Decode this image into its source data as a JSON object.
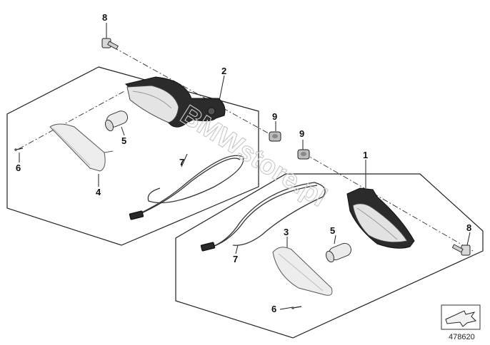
{
  "callouts": {
    "screw_top": "8",
    "indicator_left": "2",
    "nut_left": "9",
    "bulb_left": "5",
    "pin_left": "6",
    "cable_left": "7",
    "lens_left": "4",
    "nut_right": "9",
    "indicator_right": "1",
    "screw_right": "8",
    "bulb_right": "5",
    "lens_right": "3",
    "cable_right": "7",
    "pin_right": "6"
  },
  "watermark": "BMWstore.pl",
  "diagram_number": "478620",
  "icons": {
    "direction_icon": "arrow-icon"
  },
  "colors": {
    "line": "#222222",
    "housing": "#2b2b2b",
    "lens": "#e6e6e6",
    "watermark": "#c8c8c8"
  }
}
